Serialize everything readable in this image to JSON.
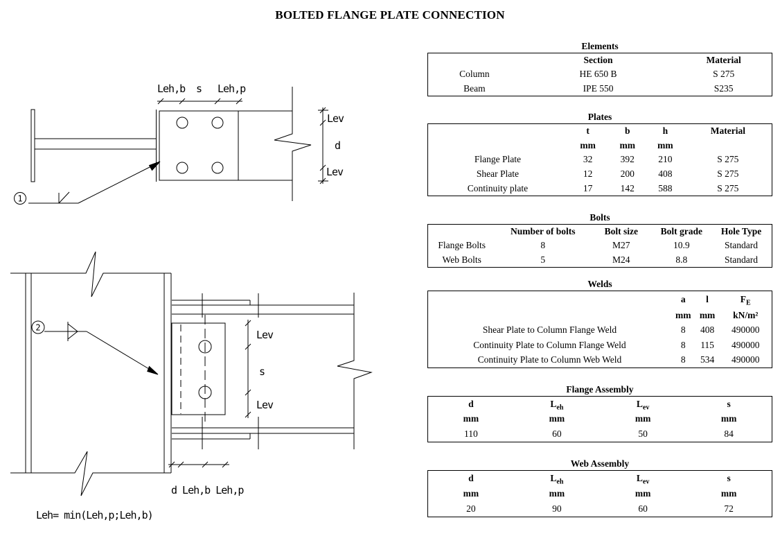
{
  "page_title": "BOLTED FLANGE PLATE CONNECTION",
  "diagrams": {
    "plan": {
      "labels": {
        "leh_b": "Leh,b",
        "s": "s",
        "leh_p": "Leh,p",
        "lev_top": "Lev",
        "d": "d",
        "lev_bottom": "Lev",
        "callout": "1"
      }
    },
    "elevation": {
      "labels": {
        "lev_top": "Lev",
        "s": "s",
        "lev_bottom": "Lev",
        "callout": "2",
        "bottom_dim": "d Leh,b Leh,p",
        "formula": "Leh= min(Leh,p;Leh,b)"
      }
    }
  },
  "tables": {
    "elements": {
      "title": "Elements",
      "headers": [
        "",
        "Section",
        "Material"
      ],
      "rows": [
        [
          "Column",
          "HE 650 B",
          "S 275"
        ],
        [
          "Beam",
          "IPE 550",
          "S235"
        ]
      ]
    },
    "plates": {
      "title": "Plates",
      "headers": [
        "",
        "t",
        "b",
        "h",
        "Material"
      ],
      "units": [
        "",
        "mm",
        "mm",
        "mm",
        ""
      ],
      "rows": [
        [
          "Flange Plate",
          "32",
          "392",
          "210",
          "S 275"
        ],
        [
          "Shear Plate",
          "12",
          "200",
          "408",
          "S 275"
        ],
        [
          "Continuity plate",
          "17",
          "142",
          "588",
          "S 275"
        ]
      ]
    },
    "bolts": {
      "title": "Bolts",
      "headers": [
        "",
        "Number of bolts",
        "Bolt size",
        "Bolt grade",
        "Hole Type"
      ],
      "rows": [
        [
          "Flange Bolts",
          "8",
          "M27",
          "10.9",
          "Standard"
        ],
        [
          "Web Bolts",
          "5",
          "M24",
          "8.8",
          "Standard"
        ]
      ]
    },
    "welds": {
      "title": "Welds",
      "headers": [
        "",
        "a",
        "l",
        {
          "main": "F",
          "sub": "E"
        }
      ],
      "units": [
        "",
        "mm",
        "mm",
        "kN/m²"
      ],
      "rows": [
        [
          "Shear Plate to Column Flange Weld",
          "8",
          "408",
          "490000"
        ],
        [
          "Continuity Plate to Column Flange Weld",
          "8",
          "115",
          "490000"
        ],
        [
          "Continuity Plate to Column Web Weld",
          "8",
          "534",
          "490000"
        ]
      ]
    },
    "flange_assembly": {
      "title": "Flange Assembly",
      "headers": [
        {
          "main": "d",
          "sub": ""
        },
        {
          "main": "L",
          "sub": "eh"
        },
        {
          "main": "L",
          "sub": "ev"
        },
        {
          "main": "s",
          "sub": ""
        }
      ],
      "units": [
        "mm",
        "mm",
        "mm",
        "mm"
      ],
      "rows": [
        [
          "110",
          "60",
          "50",
          "84"
        ]
      ]
    },
    "web_assembly": {
      "title": "Web Assembly",
      "headers": [
        {
          "main": "d",
          "sub": ""
        },
        {
          "main": "L",
          "sub": "eh"
        },
        {
          "main": "L",
          "sub": "ev"
        },
        {
          "main": "s",
          "sub": ""
        }
      ],
      "units": [
        "mm",
        "mm",
        "mm",
        "mm"
      ],
      "rows": [
        [
          "20",
          "90",
          "60",
          "72"
        ]
      ]
    }
  }
}
